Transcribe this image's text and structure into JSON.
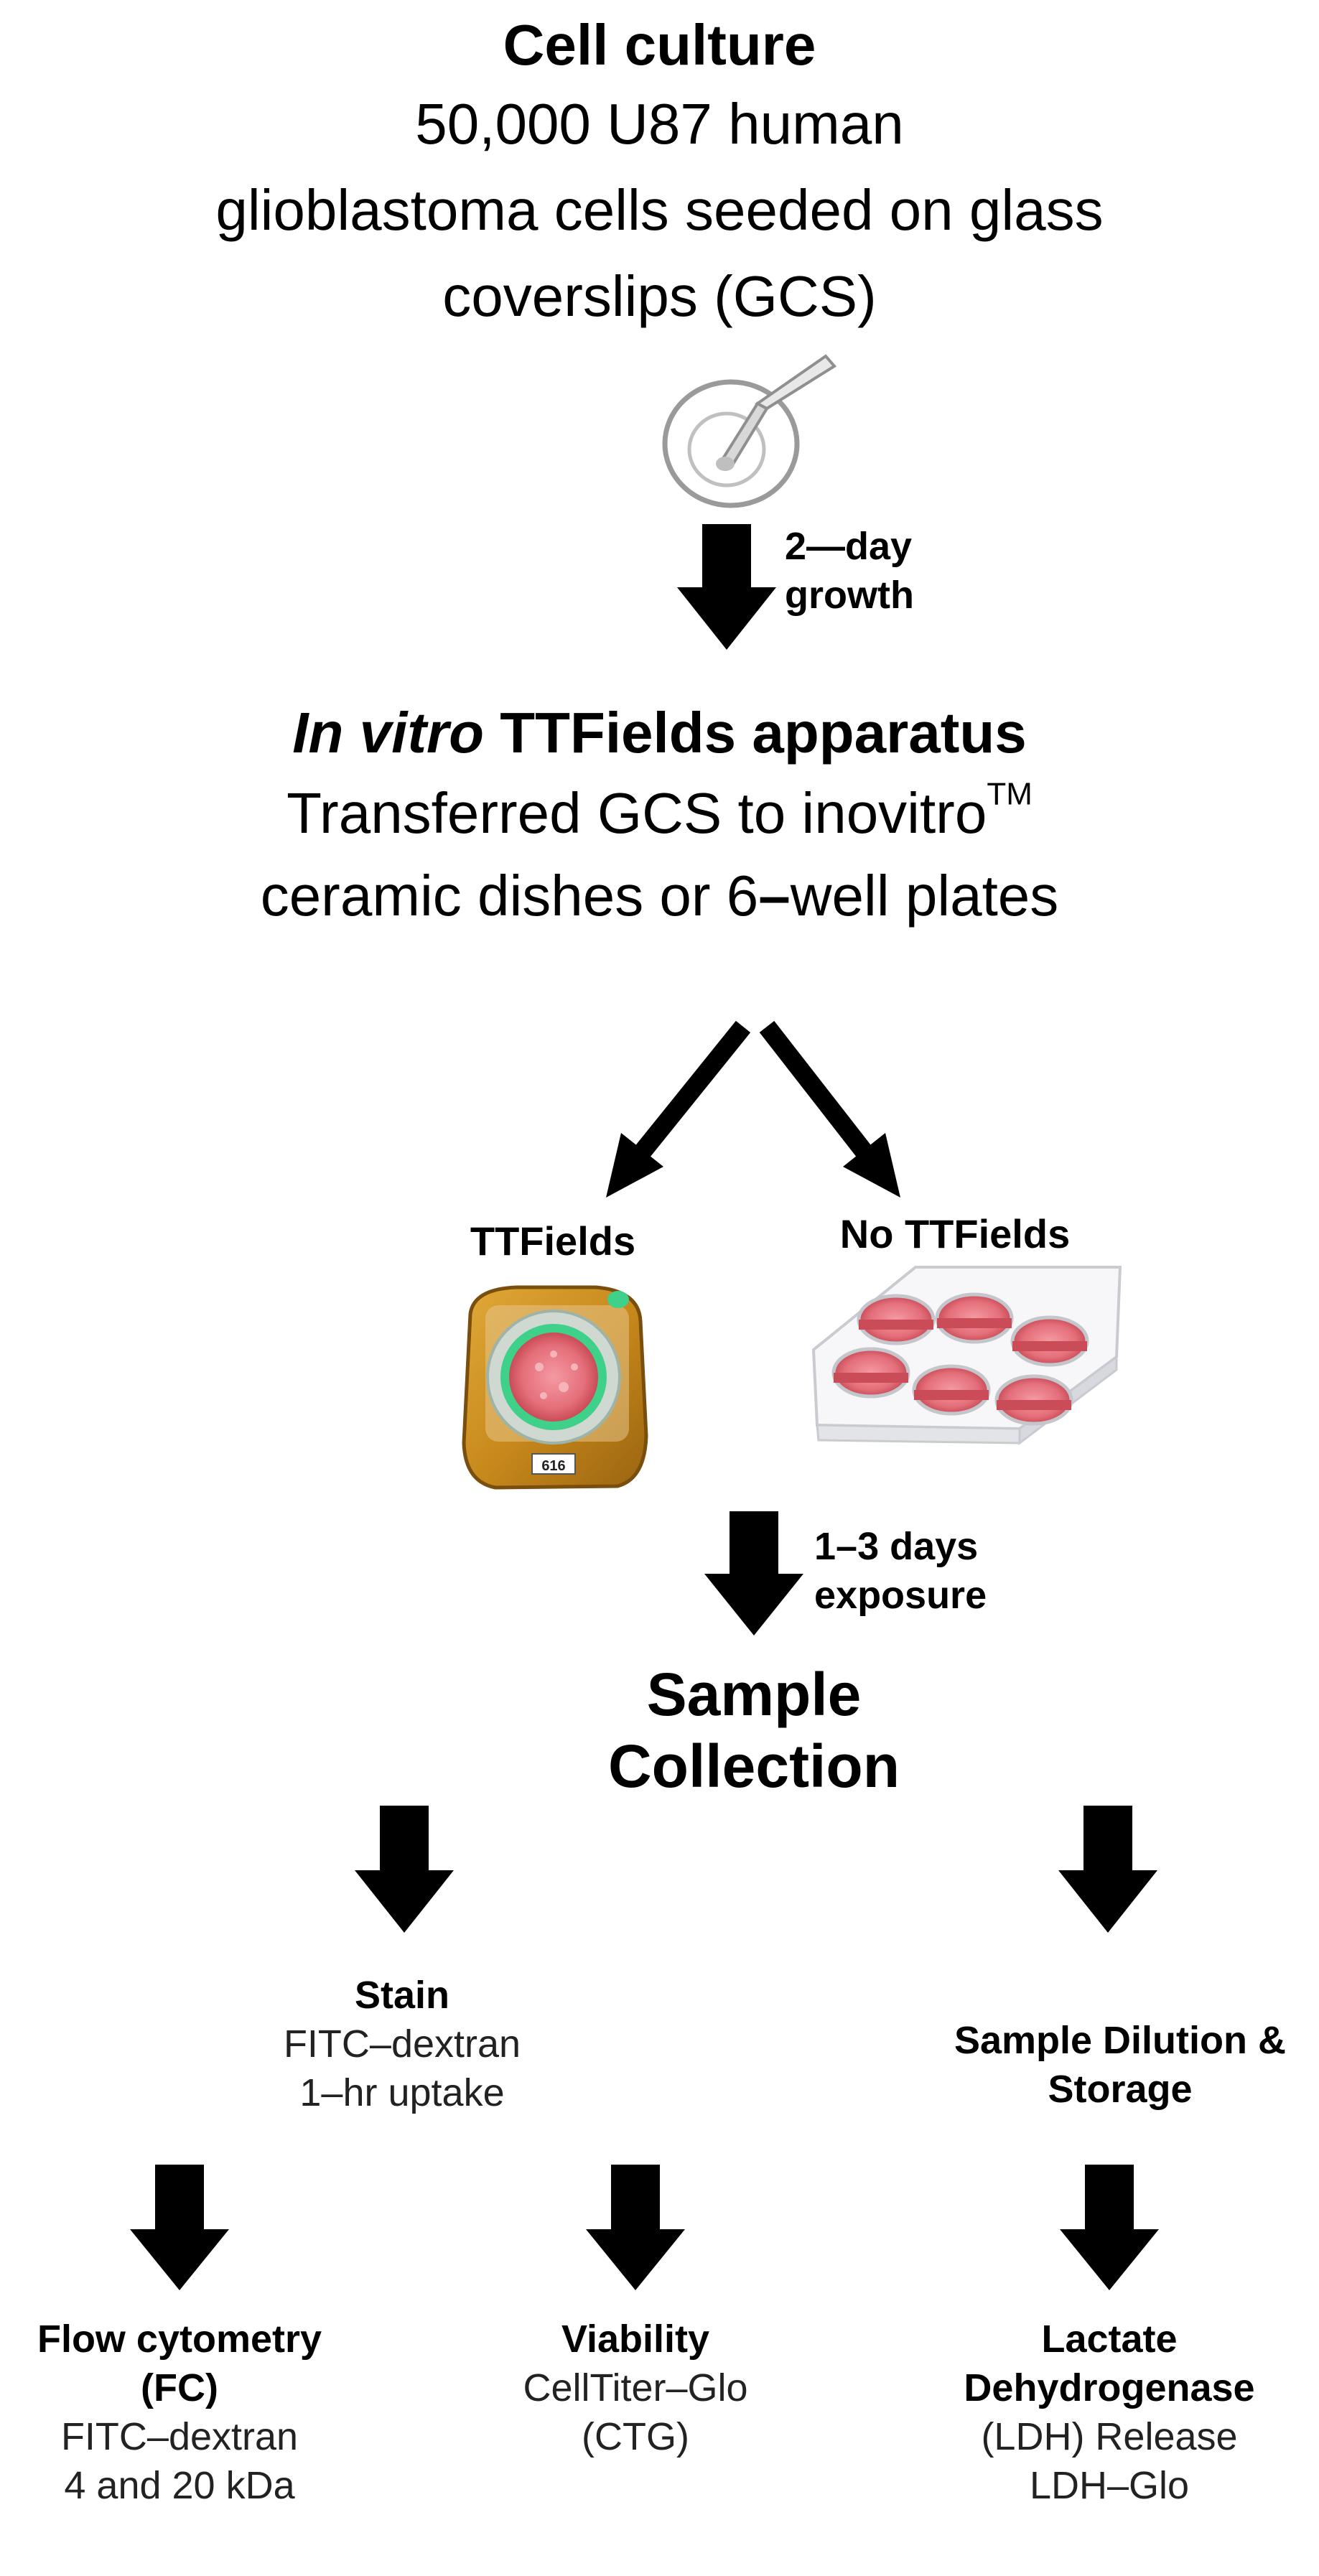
{
  "step1": {
    "title": "Cell culture",
    "lines": [
      "50,000 U87 human",
      "glioblastoma cells seeded on glass",
      "coverslips (GCS)"
    ]
  },
  "arrow1_label": [
    "2—day",
    "growth"
  ],
  "step2": {
    "title_italic": "In vitro",
    "title_rest": " TTFields apparatus",
    "line1": "Transferred GCS to inovitro",
    "line1_sup": "TM",
    "line2_a": "ceramic dishes or 6",
    "line2_dash": "–",
    "line2_b": "well plates"
  },
  "branch": {
    "left": "TTFields",
    "right": "No TTFields"
  },
  "arrow2_label": [
    "1–3 days",
    "exposure"
  ],
  "collection": [
    "Sample",
    "Collection"
  ],
  "stain": {
    "title": "Stain",
    "lines": [
      "FITC–dextran",
      "1–hr uptake"
    ]
  },
  "dilution": [
    "Sample Dilution &",
    "Storage"
  ],
  "outputs": {
    "flow": {
      "title": [
        "Flow cytometry",
        "(FC)"
      ],
      "lines": [
        "FITC–dextran",
        "4 and 20 kDa"
      ]
    },
    "viability": {
      "title": [
        "Viability"
      ],
      "lines": [
        "CellTiter–Glo",
        "(CTG)"
      ]
    },
    "ldh": {
      "title": [
        "Lactate",
        "Dehydrogenase"
      ],
      "lines": [
        "(LDH) Release",
        "LDH–Glo"
      ]
    }
  },
  "dish_label": "616",
  "colors": {
    "arrow": "#000000",
    "dish_amber": "#c98a1c",
    "pink": "#e46f7a",
    "green": "#3fd08a"
  }
}
